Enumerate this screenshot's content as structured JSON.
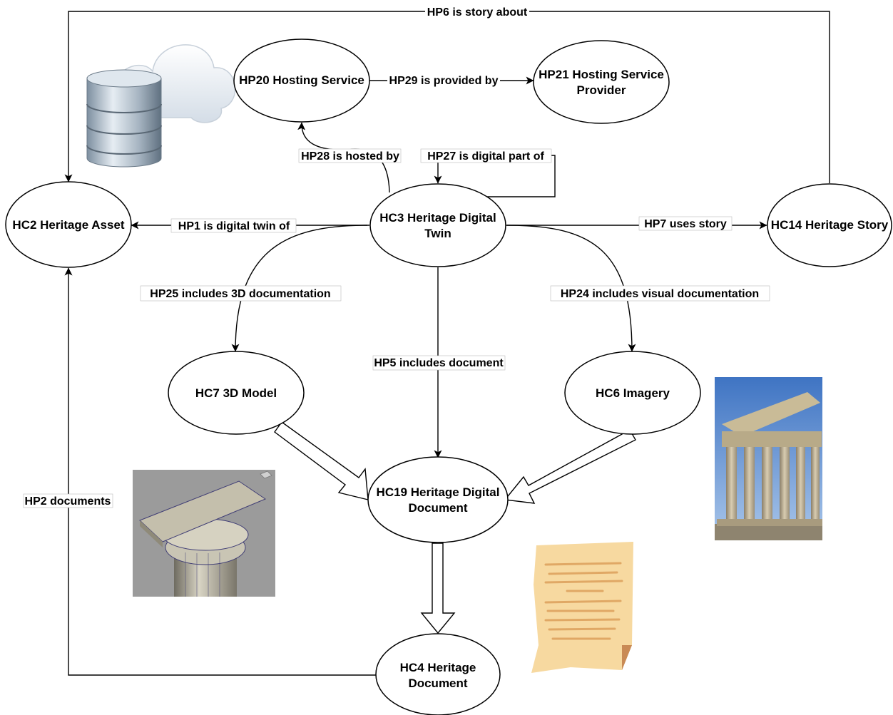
{
  "nodes": {
    "hc2": "HC2 Heritage Asset",
    "hc3": [
      "HC3 Heritage Digital",
      "Twin"
    ],
    "hc14": "HC14 Heritage Story",
    "hp20": "HP20 Hosting Service",
    "hp21": [
      "HP21 Hosting Service",
      "Provider"
    ],
    "hc7": "HC7 3D Model",
    "hc6": "HC6 Imagery",
    "hc19": [
      "HC19 Heritage Digital",
      "Document"
    ],
    "hc4": [
      "HC4 Heritage",
      "Document"
    ]
  },
  "edges": {
    "hp6": "HP6 is story about",
    "hp29": "HP29 is provided by",
    "hp28": "HP28 is hosted by",
    "hp27": "HP27 is digital part of",
    "hp1": "HP1 is digital twin of",
    "hp7": "HP7 uses story",
    "hp25": "HP25 includes 3D documentation",
    "hp24": "HP24 includes visual documentation",
    "hp5": "HP5 includes document",
    "hp2": "HP2 documents"
  },
  "illustrations": [
    "database-cloud",
    "column-3d-model",
    "parthenon-photo",
    "parchment-document"
  ]
}
